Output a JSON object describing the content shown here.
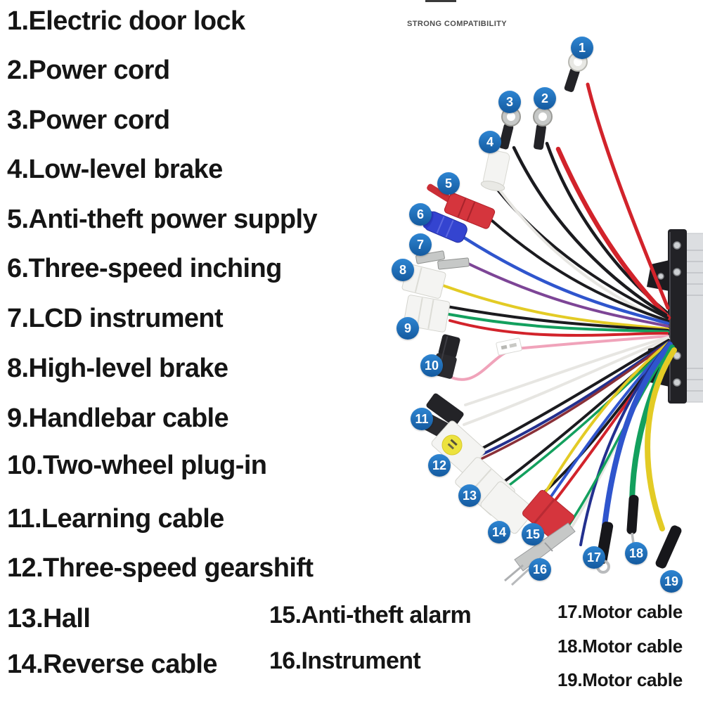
{
  "header": {
    "tagline": "STRONG COMPATIBILITY"
  },
  "legend": {
    "left_items": [
      "1.Electric door lock",
      "2.Power cord",
      "3.Power cord",
      "4.Low-level brake",
      "5.Anti-theft power supply",
      "6.Three-speed inching",
      "7.LCD instrument",
      "8.High-level brake",
      "9.Handlebar cable",
      "10.Two-wheel plug-in",
      "11.Learning cable",
      "12.Three-speed gearshift",
      "13.Hall",
      "14.Reverse cable"
    ],
    "mid_items": [
      "15.Anti-theft alarm",
      "16.Instrument"
    ],
    "right_items": [
      "17.Motor cable",
      "18.Motor cable",
      "19.Motor cable"
    ]
  },
  "diagram": {
    "badges": [
      "1",
      "2",
      "3",
      "4",
      "5",
      "6",
      "7",
      "8",
      "9",
      "10",
      "11",
      "12",
      "13",
      "14",
      "15",
      "16",
      "17",
      "18",
      "19"
    ],
    "connectors": [
      {
        "badge": "1",
        "type": "ring-terminal",
        "wire": "red"
      },
      {
        "badge": "2",
        "type": "ring-terminal",
        "wire": "black, red"
      },
      {
        "badge": "3",
        "type": "ring-terminal",
        "wire": "black"
      },
      {
        "badge": "4",
        "type": "white-cylinder-connector",
        "wire": "black, white"
      },
      {
        "badge": "5",
        "type": "red-quick-splice",
        "wire": "black"
      },
      {
        "badge": "6",
        "type": "blue-cylinder-connector",
        "wire": "blue"
      },
      {
        "badge": "7",
        "type": "spade-terminals",
        "wire": "purple"
      },
      {
        "badge": "8",
        "type": "white-plug",
        "wire": "yellow"
      },
      {
        "badge": "9",
        "type": "white-plug",
        "wire": "black, green, red"
      },
      {
        "badge": "10",
        "type": "black-sm-plug",
        "wire": "pink"
      },
      {
        "badge": "11",
        "type": "black-sm-plugs",
        "wire": "white"
      },
      {
        "badge": "12",
        "type": "white-plug-with-sticker",
        "wire": "black, navy, maroon"
      },
      {
        "badge": "13",
        "type": "white-plug",
        "wire": "black, green"
      },
      {
        "badge": "14",
        "type": "white-plug",
        "wire": "black"
      },
      {
        "badge": "15",
        "type": "red-plug",
        "wire": "yellow, blue, red"
      },
      {
        "badge": "16",
        "type": "crimp-braid-terminal",
        "wire": "white"
      },
      {
        "badge": "17",
        "type": "hook-terminal",
        "wire": "blue"
      },
      {
        "badge": "18",
        "type": "pin-terminal",
        "wire": "green"
      },
      {
        "badge": "19",
        "type": "bullet-terminal",
        "wire": "yellow"
      }
    ]
  },
  "colors": {
    "badge_blue": "#1d6fc2",
    "text": "#151515",
    "tagline": "#4d4d4d",
    "wire_red": "#d2232b",
    "wire_black": "#1b1b1f",
    "wire_white": "#e7e6e2",
    "wire_blue": "#2f55cd",
    "wire_navy": "#23308f",
    "wire_maroon": "#8a3038",
    "wire_purple": "#7d4596",
    "wire_yellow": "#e3cb25",
    "wire_green": "#13a05e",
    "wire_pink": "#f0a3ba",
    "metal": "#c6c8c7",
    "conn_white": "#f4f4f2",
    "conn_red": "#d5353d",
    "conn_blue": "#3444d0",
    "conn_black": "#232327",
    "controller_body": "#dcdee1",
    "controller_bar": "#222226",
    "sticker_yellow": "#ece23e"
  }
}
